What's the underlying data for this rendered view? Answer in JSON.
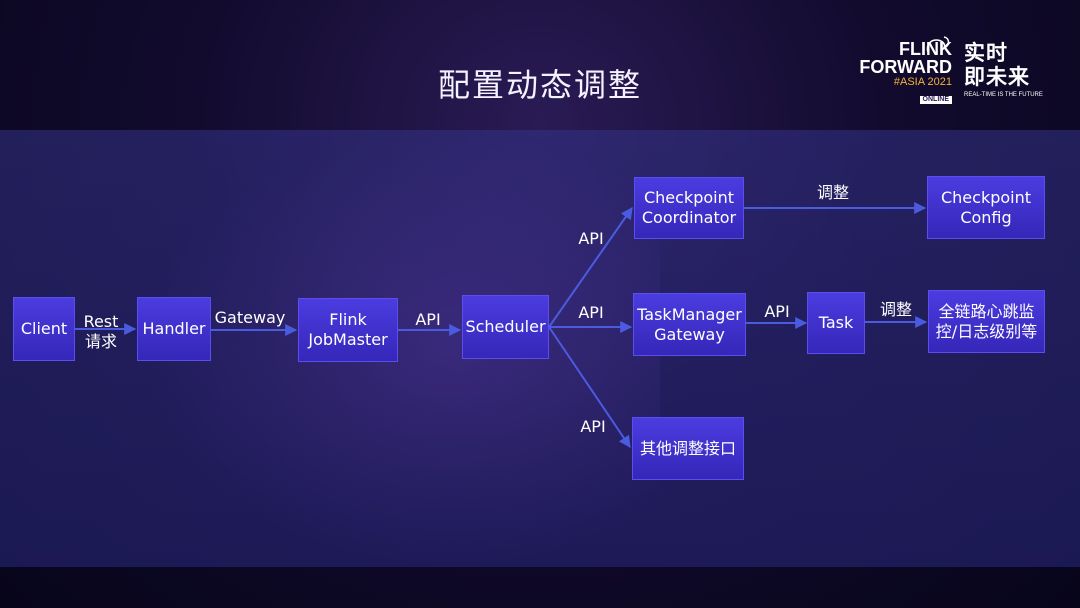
{
  "slide": {
    "title": "配置动态调整"
  },
  "logo": {
    "line1": "FLINK",
    "line2": "FORWARD",
    "line3": "#ASIA 2021",
    "line4": "ONLINE",
    "cn1": "实时",
    "cn2": "即未来",
    "tagline": "REAL-TIME IS THE FUTURE"
  },
  "nodes": {
    "client": "Client",
    "handler": "Handler",
    "jobmaster": "Flink\nJobMaster",
    "scheduler": "Scheduler",
    "checkpoint_coordinator": "Checkpoint\nCoordinator",
    "taskmanager_gateway": "TaskManager\nGateway",
    "other_interfaces": "其他调整接口",
    "task": "Task",
    "checkpoint_config": "Checkpoint\nConfig",
    "heartbeat_log": "全链路心跳监\n控/日志级别等"
  },
  "edges": {
    "client_handler": "Rest\n请求",
    "handler_jobmaster": "Gateway",
    "jobmaster_scheduler": "API",
    "scheduler_checkpoint": "API",
    "scheduler_taskmanager": "API",
    "scheduler_other": "API",
    "checkpoint_config": "调整",
    "taskmanager_task": "API",
    "task_heartbeat": "调整"
  },
  "colors": {
    "node_fill": "#3f31cc",
    "node_border": "#5b4df0",
    "edge": "#4b5be0",
    "logo_accent": "#f3b23a"
  }
}
